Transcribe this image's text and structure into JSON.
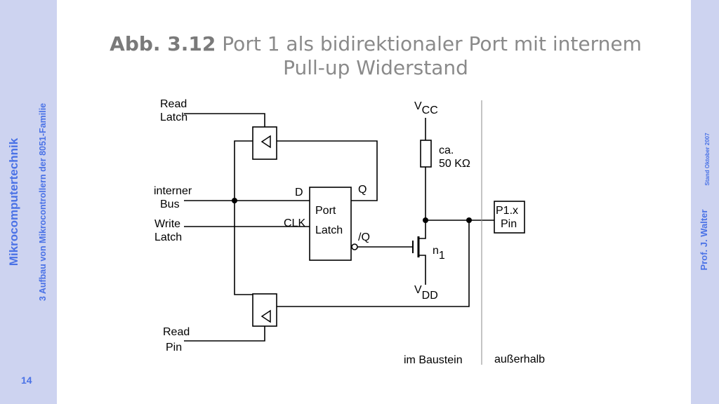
{
  "sidebar_left": {
    "course": "Mikrocomputertechnik",
    "chapter": "3 Aufbau von Mikrocontrollern der 8051-Familie",
    "page_number": "14"
  },
  "sidebar_right": {
    "author": "Prof. J. Walter",
    "date": "Stand Oktober 2007"
  },
  "title": {
    "figure_label": "Abb. 3.12",
    "line1": "Port 1 als bidirektionaler Port mit internem",
    "line2": "Pull-up Widerstand"
  },
  "diagram": {
    "read_latch": [
      "Read",
      "Latch"
    ],
    "internal_bus": [
      "interner",
      "Bus"
    ],
    "write_latch": [
      "Write",
      "Latch"
    ],
    "read_pin": [
      "Read",
      "Pin"
    ],
    "latch_d": "D",
    "latch_q": "Q",
    "latch_clk": "CLK",
    "latch_nq": "/Q",
    "latch_name": [
      "Port",
      "Latch"
    ],
    "vcc_main": "V",
    "vcc_sub": "CC",
    "resistor": [
      "ca.",
      "50 KΩ"
    ],
    "transistor_main": "n",
    "transistor_sub": "1",
    "vdd_main": "V",
    "vdd_sub": "DD",
    "pin_box": [
      "P1.x",
      "Pin"
    ],
    "inside_label": "im Baustein",
    "outside_label": "außerhalb"
  }
}
